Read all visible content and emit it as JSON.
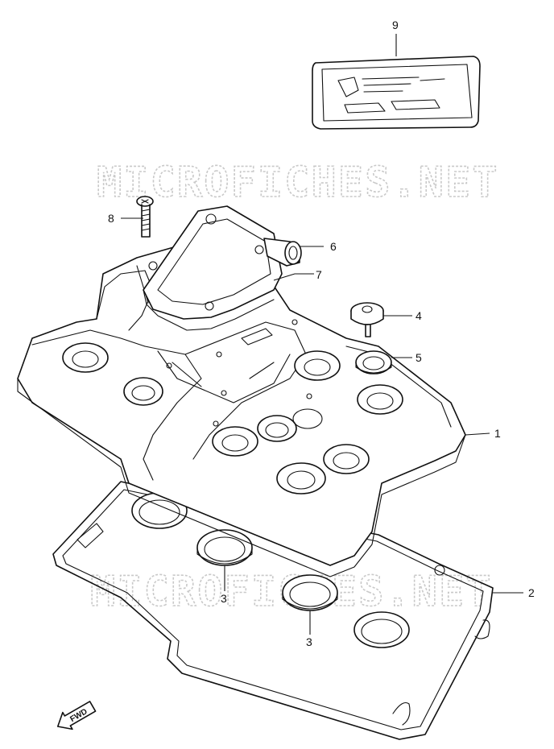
{
  "watermark": {
    "top_text": "MICROFICHES.NET",
    "bottom_text": "MICROFICHES.NET"
  },
  "callouts": {
    "c1": "1",
    "c2": "2",
    "c3a": "3",
    "c3b": "3",
    "c4": "4",
    "c5": "5",
    "c6": "6",
    "c7": "7",
    "c8": "8",
    "c9": "9"
  },
  "fwd_label": "FWD",
  "colors": {
    "line": "#111111",
    "watermark": "#c9c9c9",
    "background": "#ffffff"
  }
}
